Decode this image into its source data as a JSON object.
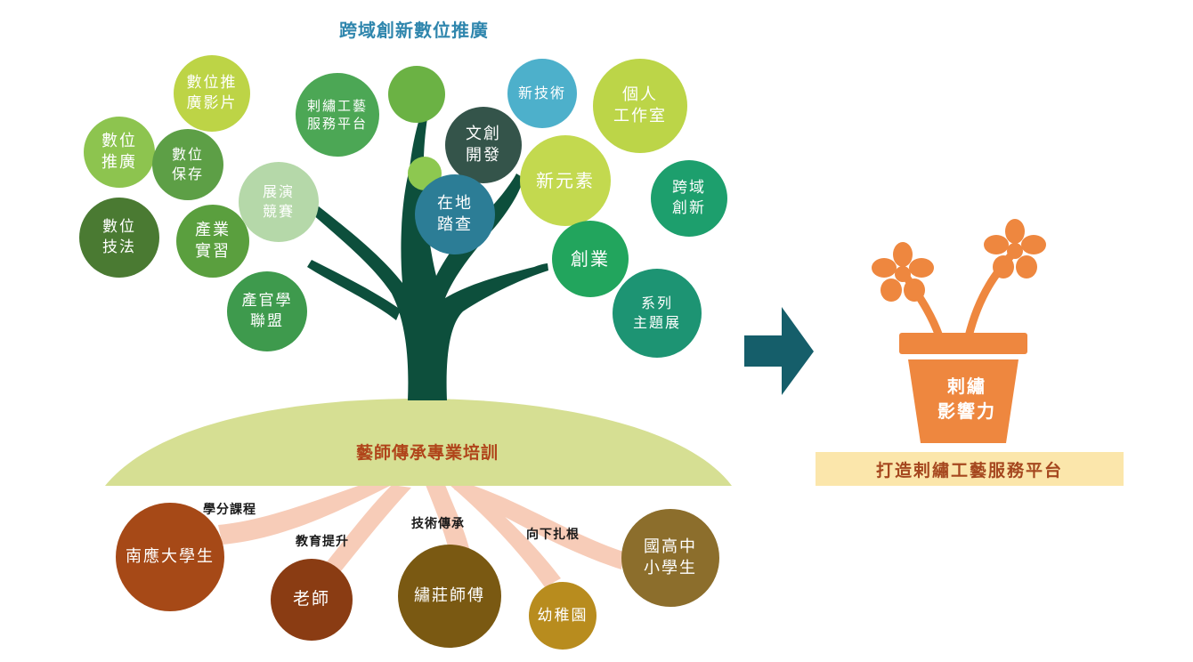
{
  "header": {
    "title": "跨域創新數位推廣"
  },
  "colors": {
    "trunk": "#0d4f3c",
    "hill": "#d6df93",
    "roots": "#f7ccb8",
    "arrow": "#155e6a",
    "flower": "#ee873f",
    "banner_bg": "#fbe6ab",
    "banner_text": "#a5471e"
  },
  "tree_bubbles": [
    {
      "id": "video",
      "text": "數位推\n廣影片",
      "color": "#bdd446"
    },
    {
      "id": "digital-promo",
      "text": "數位\n推廣",
      "color": "#8dc44f"
    },
    {
      "id": "digital-preserve",
      "text": "數位\n保存",
      "color": "#5d9f46"
    },
    {
      "id": "digital-tech",
      "text": "數位\n技法",
      "color": "#4a7a32"
    },
    {
      "id": "internship",
      "text": "產業\n實習",
      "color": "#5a9f3e"
    },
    {
      "id": "exhibition",
      "text": "展演\n競賽",
      "color": "#b5d8a9"
    },
    {
      "id": "platform",
      "text": "剌繡工藝\n服務平台",
      "color": "#4ca755"
    },
    {
      "id": "top-blank",
      "text": "",
      "color": "#6bb244"
    },
    {
      "id": "small-blank",
      "text": "",
      "color": "#8dc850"
    },
    {
      "id": "alliance",
      "text": "產官學\n聯盟",
      "color": "#3e9a4d"
    },
    {
      "id": "cultural",
      "text": "文創\n開發",
      "color": "#34544a"
    },
    {
      "id": "fieldwork",
      "text": "在地\n踏查",
      "color": "#2c7d96"
    },
    {
      "id": "new-tech",
      "text": "新技術",
      "color": "#4db0cb"
    },
    {
      "id": "studio",
      "text": "個人\n工作室",
      "color": "#bcd548"
    },
    {
      "id": "new-element",
      "text": "新元素",
      "color": "#c3d94f"
    },
    {
      "id": "cross-innovation",
      "text": "跨域\n創新",
      "color": "#1d9f6d"
    },
    {
      "id": "startup",
      "text": "創業",
      "color": "#22a55d"
    },
    {
      "id": "series",
      "text": "系列\n主題展",
      "color": "#1d9473"
    }
  ],
  "hill": {
    "title": "藝師傳承專業培訓"
  },
  "root_labels": [
    {
      "id": "courses",
      "text": "學分課程"
    },
    {
      "id": "education",
      "text": "教育提升"
    },
    {
      "id": "heritage",
      "text": "技術傳承"
    },
    {
      "id": "grassroots",
      "text": "向下扎根"
    }
  ],
  "root_bubbles": [
    {
      "id": "university",
      "text": "南應大學生",
      "color": "#a64917"
    },
    {
      "id": "teacher",
      "text": "老師",
      "color": "#8a3c13"
    },
    {
      "id": "master",
      "text": "繡莊師傅",
      "color": "#7a5912"
    },
    {
      "id": "kindergarten",
      "text": "幼稚園",
      "color": "#b88c1e"
    },
    {
      "id": "school",
      "text": "國高中\n小學生",
      "color": "#8c6e2c"
    }
  ],
  "pot": {
    "text": "剌繡\n影響力"
  },
  "banner": {
    "text": "打造剌繡工藝服務平台"
  }
}
